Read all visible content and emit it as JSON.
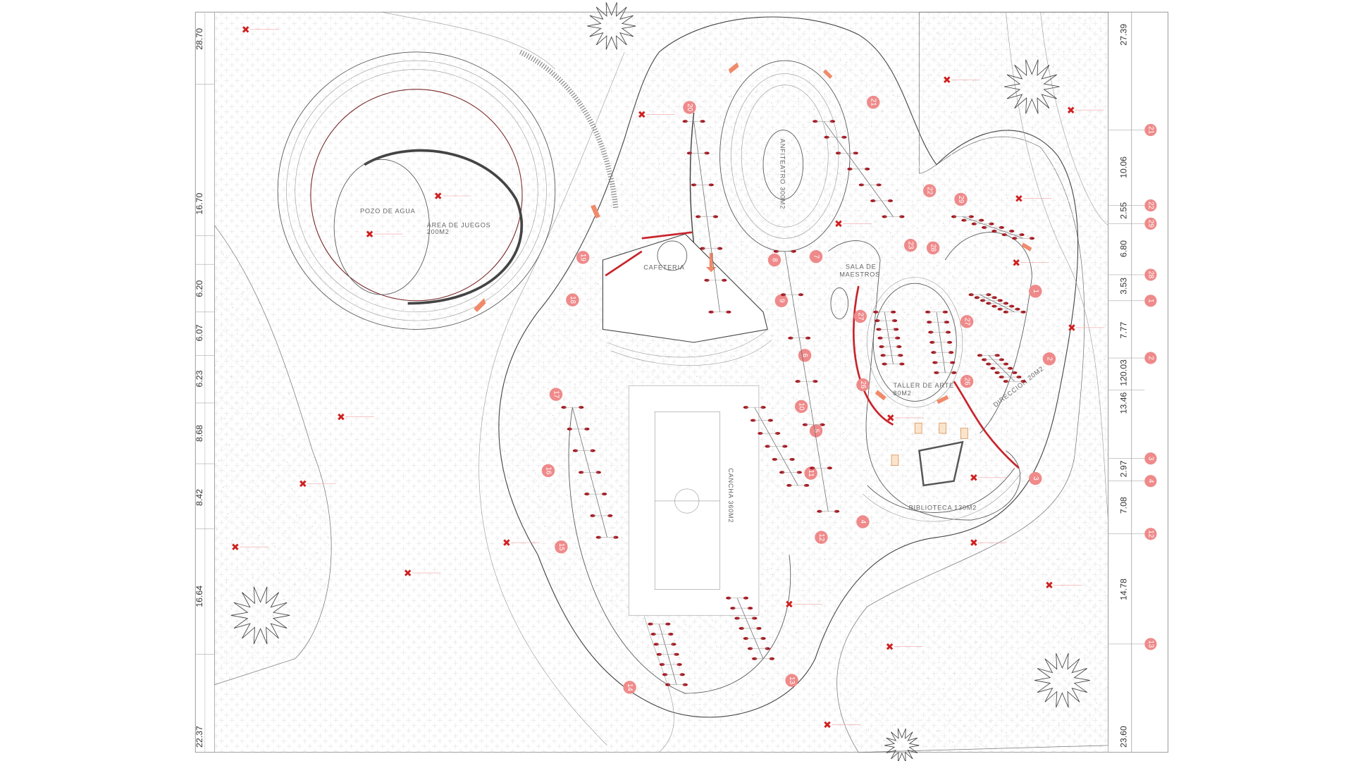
{
  "plan": {
    "left_dimensions": [
      "28.70",
      "16.70",
      "6.20",
      "6.07",
      "6.23",
      "8.68",
      "8.42",
      "16.64",
      "22.37"
    ],
    "right_dimensions": [
      "27.39",
      "10.06",
      "2.55",
      "6.80",
      "3.53",
      "7.77",
      "120.03",
      "13.46",
      "2.97",
      "7.08",
      "14.78",
      "23.60"
    ],
    "right_markers": [
      "21",
      "22",
      "29",
      "28",
      "1",
      "2",
      "3",
      "4",
      "12",
      "13"
    ],
    "rooms": {
      "pozo": "POZO DE AGUA",
      "juegos": "ÁREA DE JUEGOS",
      "juegos_area": "200M2",
      "cafeteria": "CAFETERIA",
      "anfiteatro": "ANFITEATRO 300M2",
      "sala1": "SALA DE",
      "sala2": "MAESTROS",
      "taller": "TALLER DE ARTE",
      "taller_area": "80M2",
      "direccion": "DIRECCION 20M2",
      "biblioteca": "BIBLIOTECA 130M2",
      "cancha": "CANCHA 360M2"
    },
    "markers": [
      "20",
      "21",
      "22",
      "29",
      "23",
      "28",
      "19",
      "8",
      "7",
      "18",
      "9",
      "1",
      "27",
      "27",
      "6",
      "2",
      "26",
      "26",
      "17",
      "10",
      "5",
      "16",
      "11",
      "3",
      "15",
      "12",
      "4",
      "14",
      "13"
    ],
    "colors": {
      "accent": "#ef8a8a",
      "structure": "#c8252c",
      "line": "#555555"
    }
  }
}
